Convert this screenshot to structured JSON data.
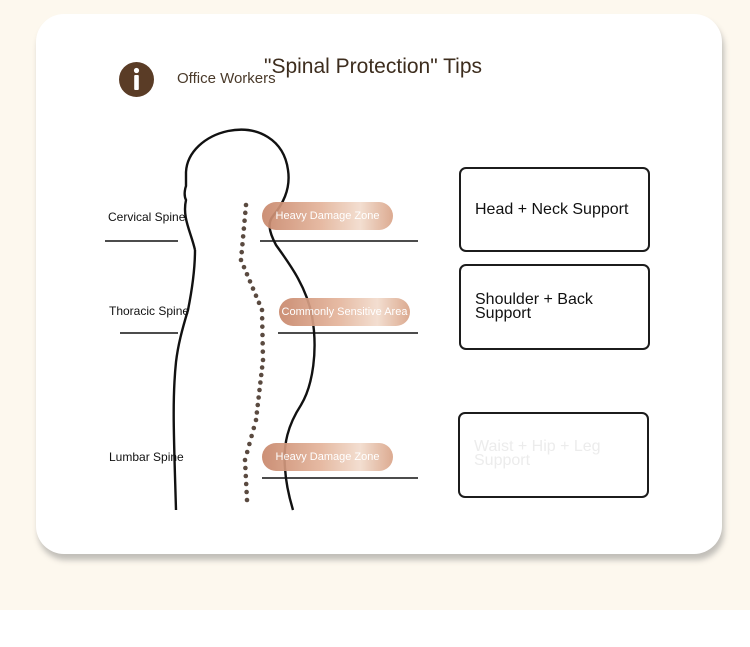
{
  "header": {
    "icon": "info-icon",
    "subtitle": "Office Workers",
    "title": "\"Spinal Protection\" Tips"
  },
  "spine_labels": {
    "cervical": "Cervical Spine",
    "thoracic": "Thoracic Spine",
    "lumbar": "Lumbar Spine"
  },
  "zones": {
    "cervical": "Heavy Damage Zone",
    "thoracic": "Commonly Sensitive Area",
    "lumbar": "Heavy Damage Zone"
  },
  "supports": {
    "head_neck": "Head + Neck Support",
    "shoulder_back": "Shoulder + Back Support",
    "waist_hip_leg": "Waist + Hip + Leg Support"
  },
  "colors": {
    "background": "#fdf8ee",
    "icon": "#5a3c26",
    "zone_pill": "#c8876b",
    "spine_dots": "#5a4a40"
  }
}
